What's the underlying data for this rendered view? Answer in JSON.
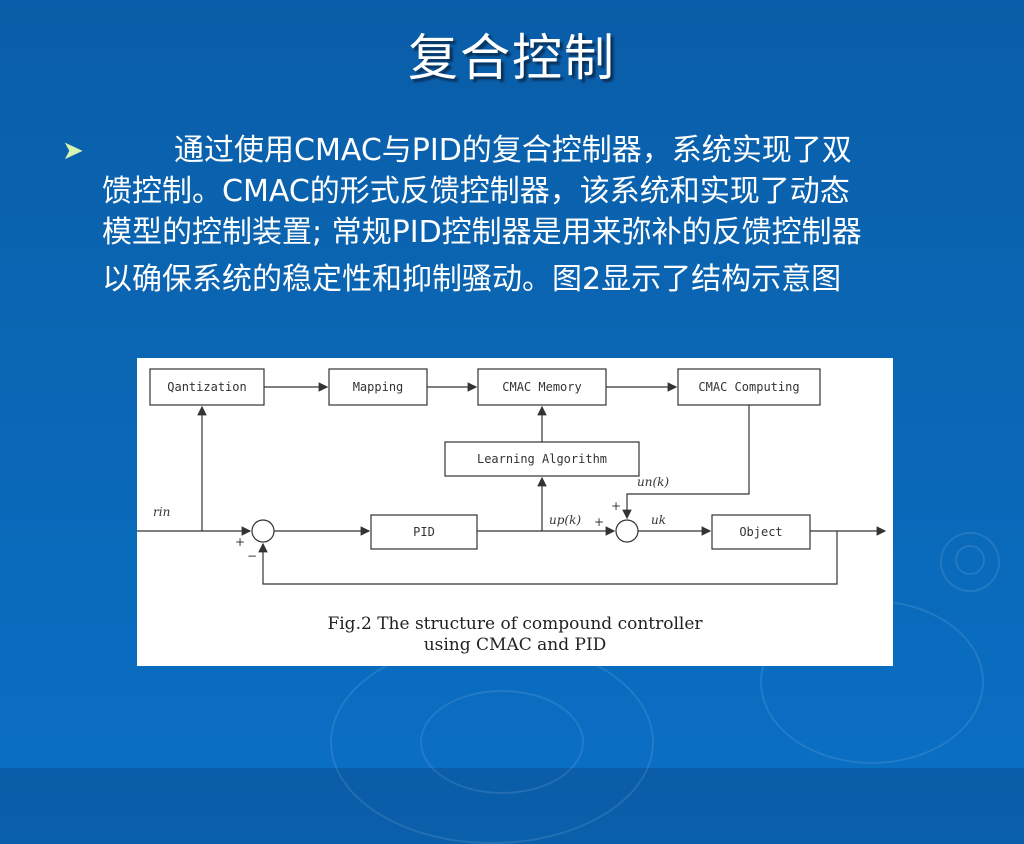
{
  "slide": {
    "title": "复合控制",
    "bullet_icon": "arrowhead-bullet-icon",
    "paragraph_lines": [
      "通过使用CMAC与PID的复合控制器，系统实现了双",
      "馈控制。CMAC的形式反馈控制器，该系统和实现了动态",
      "模型的控制装置; 常规PID控制器是用来弥补的反馈控制器",
      "以确保系统的稳定性和抑制骚动。图2显示了结构示意图"
    ]
  },
  "diagram": {
    "blocks": {
      "quantization": "Qantization",
      "mapping": "Mapping",
      "cmac_memory": "CMAC Memory",
      "cmac_computing": "CMAC Computing",
      "learning": "Learning Algorithm",
      "pid": "PID",
      "object": "Object"
    },
    "signals": {
      "input": "rin",
      "un": "un(k)",
      "up": "up(k)",
      "u": "uk"
    },
    "signs": {
      "plus": "+",
      "minus": "−"
    },
    "caption_lines": [
      "Fig.2 The structure of compound controller",
      "using CMAC and PID"
    ]
  }
}
